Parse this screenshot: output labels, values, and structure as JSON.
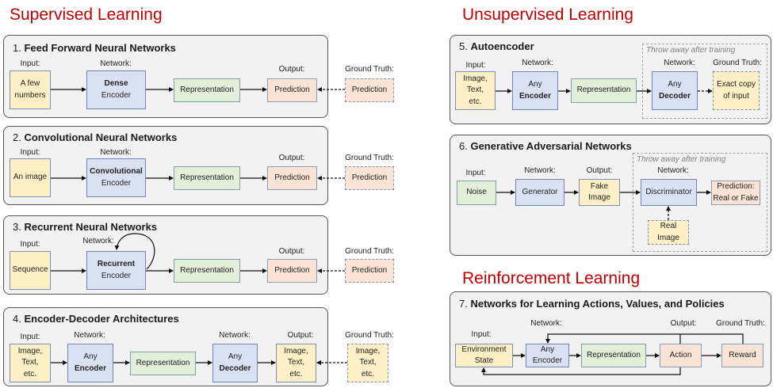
{
  "headings": {
    "supervised": "Supervised Learning",
    "unsupervised": "Unsupervised Learning",
    "reinforcement": "Reinforcement Learning"
  },
  "labels": {
    "input": "Input:",
    "network": "Network:",
    "output": "Output:",
    "ground_truth": "Ground Truth:",
    "throw_away": "Throw away after training"
  },
  "sections": {
    "ffnn": {
      "num": "1.",
      "title": "Feed Forward Neural Networks",
      "input": "A few numbers",
      "network_bold": "Dense",
      "network_rest": "Encoder",
      "representation": "Representation",
      "output": "Prediction",
      "ground_truth": "Prediction"
    },
    "cnn": {
      "num": "2.",
      "title": "Convolutional Neural Networks",
      "input": "An image",
      "network_bold": "Convolutional",
      "network_rest": "Encoder",
      "representation": "Representation",
      "output": "Prediction",
      "ground_truth": "Prediction"
    },
    "rnn": {
      "num": "3.",
      "title": "Recurrent Neural Networks",
      "input": "Sequence",
      "network_bold": "Recurrent",
      "network_rest": "Encoder",
      "representation": "Representation",
      "output": "Prediction",
      "ground_truth": "Prediction"
    },
    "encdec": {
      "num": "4.",
      "title": "Encoder-Decoder Architectures",
      "input": [
        "Image,",
        "Text,",
        "etc."
      ],
      "encoder_top": "Any",
      "encoder_bold": "Encoder",
      "representation": "Representation",
      "decoder_top": "Any",
      "decoder_bold": "Decoder",
      "output": [
        "Image,",
        "Text,",
        "etc."
      ],
      "ground_truth": [
        "Image,",
        "Text,",
        "etc."
      ]
    },
    "autoencoder": {
      "num": "5.",
      "title": "Autoencoder",
      "input": [
        "Image,",
        "Text,",
        "etc."
      ],
      "encoder_top": "Any",
      "encoder_bold": "Encoder",
      "representation": "Representation",
      "decoder_top": "Any",
      "decoder_bold": "Decoder",
      "ground_truth": [
        "Exact copy",
        "of input"
      ]
    },
    "gan": {
      "num": "6.",
      "title": "Generative Adversarial Networks",
      "input": "Noise",
      "generator": "Generator",
      "fake_image": [
        "Fake",
        "Image"
      ],
      "discriminator": "Discriminator",
      "prediction": [
        "Prediction:",
        "Real or Fake"
      ],
      "real_image": [
        "Real",
        "Image"
      ]
    },
    "rl": {
      "num": "7.",
      "title": "Networks for Learning Actions, Values, and Policies",
      "input": [
        "Environment",
        "State"
      ],
      "encoder": [
        "Any",
        "Encoder"
      ],
      "representation": "Representation",
      "action": "Action",
      "reward": "Reward"
    }
  }
}
